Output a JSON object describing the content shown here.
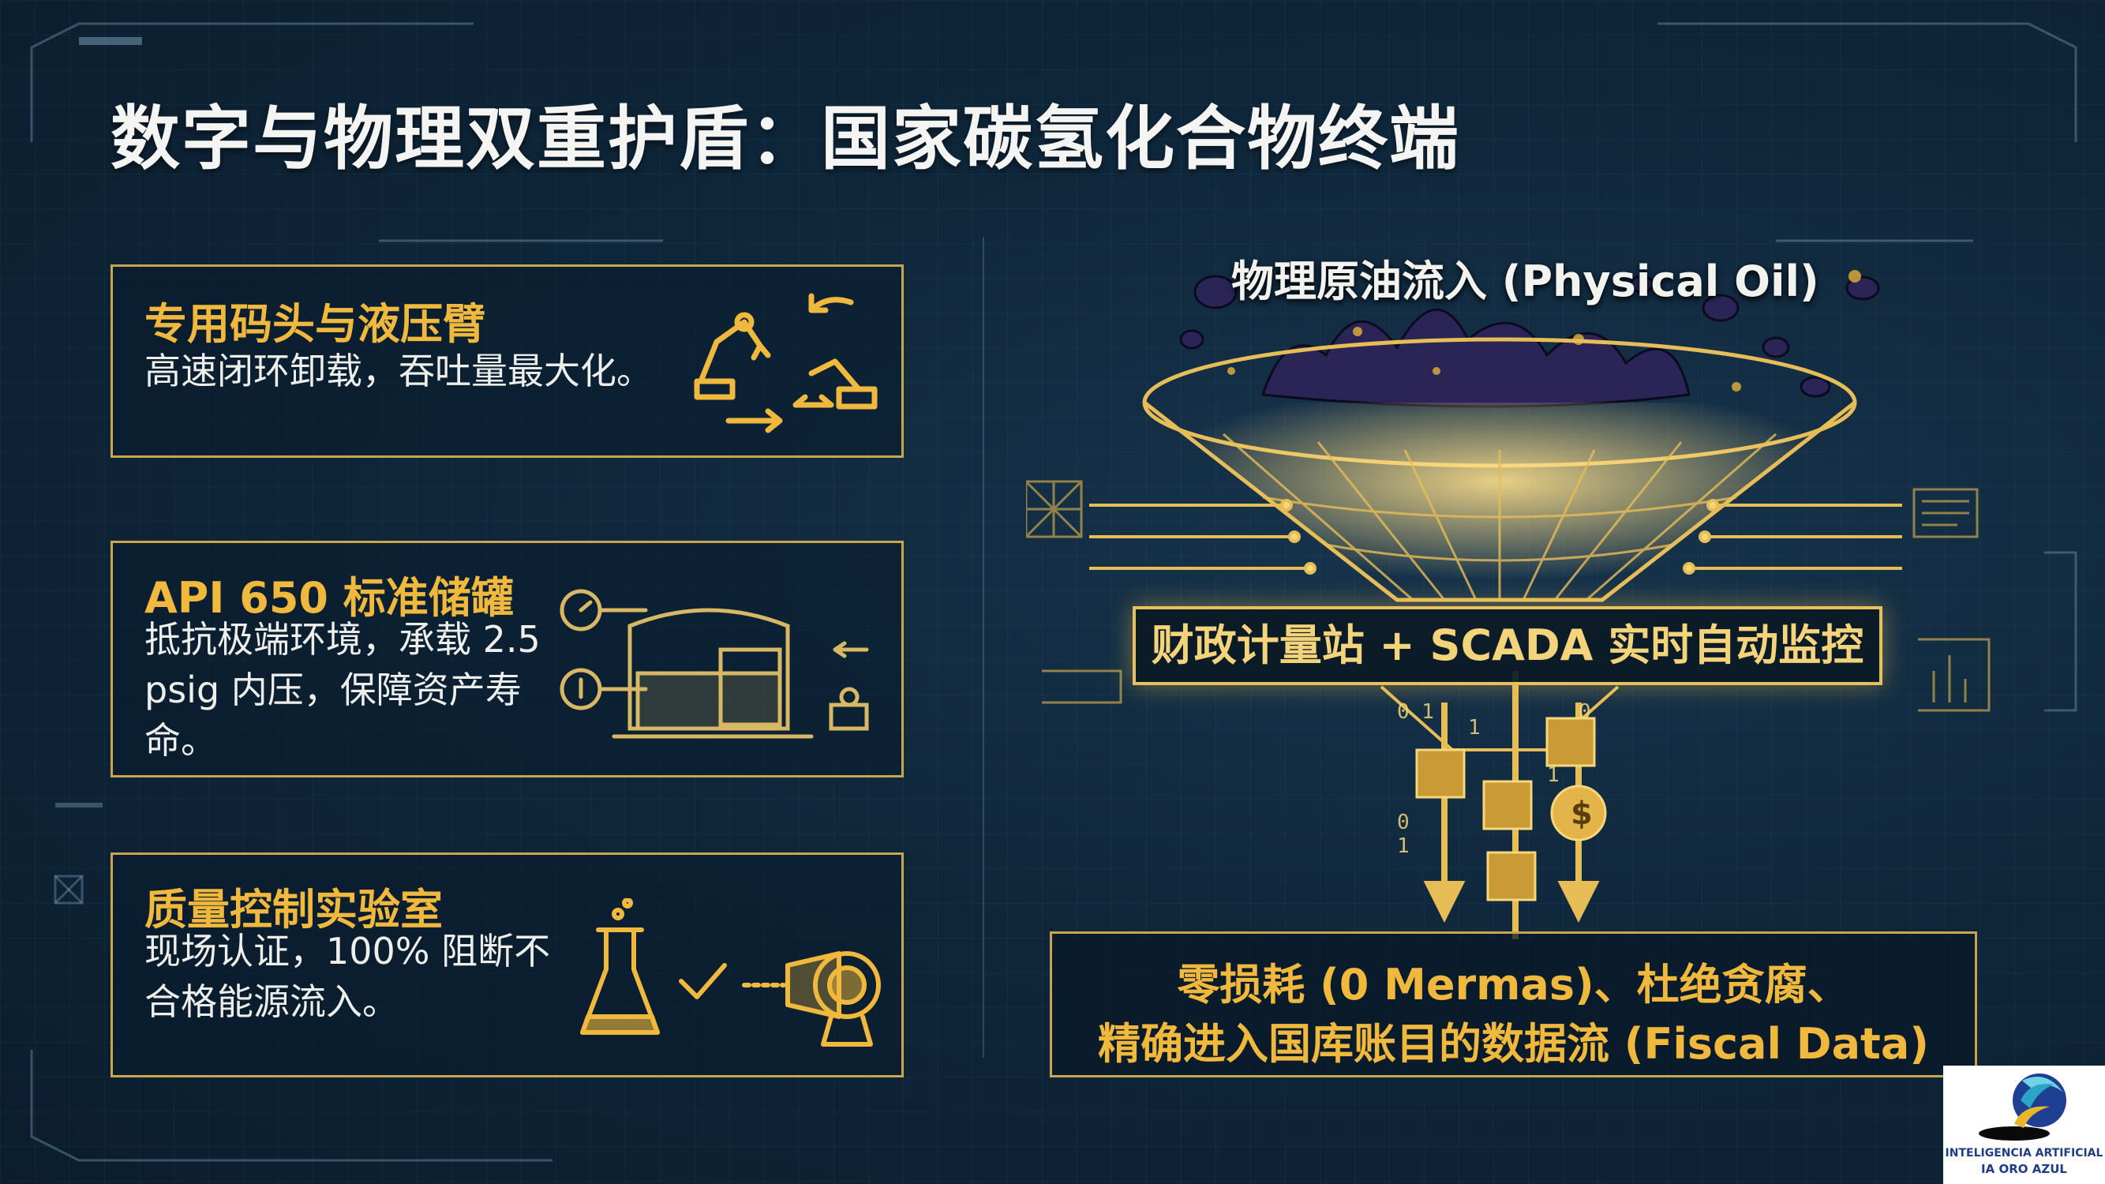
{
  "title": "数字与物理双重护盾：国家碳氢化合物终端",
  "left_cards": [
    {
      "heading": "专用码头与液压臂",
      "text": "高速闭环卸载，吞吐量最大化。",
      "icon": "robotic-arm-cycle-icon"
    },
    {
      "heading": "API 650 标准储罐",
      "text": "抵抗极端环境，承载 2.5 psig 内压，保障资产寿命。",
      "icon": "storage-tank-icon"
    },
    {
      "heading": "质量控制实验室",
      "text": "现场认证，100% 阻断不合格能源流入。",
      "icon": "lab-flask-icon"
    }
  ],
  "diagram": {
    "input_label": "物理原油流入 (Physical Oil)",
    "station_label": "财政计量站 + SCADA 实时自动监控",
    "output_line1": "零损耗 (0 Mermas)、杜绝贪腐、",
    "output_line2": "精确进入国库账目的数据流 (Fiscal Data)"
  },
  "logo": {
    "line1": "INTELIGENCIA ARTIFICIAL",
    "line2": "IA ORO AZUL"
  },
  "colors": {
    "background": "#0d2236",
    "accent_gold": "#f0b83c",
    "border_gold": "#c9a64d",
    "text_light": "#eeeeea"
  }
}
